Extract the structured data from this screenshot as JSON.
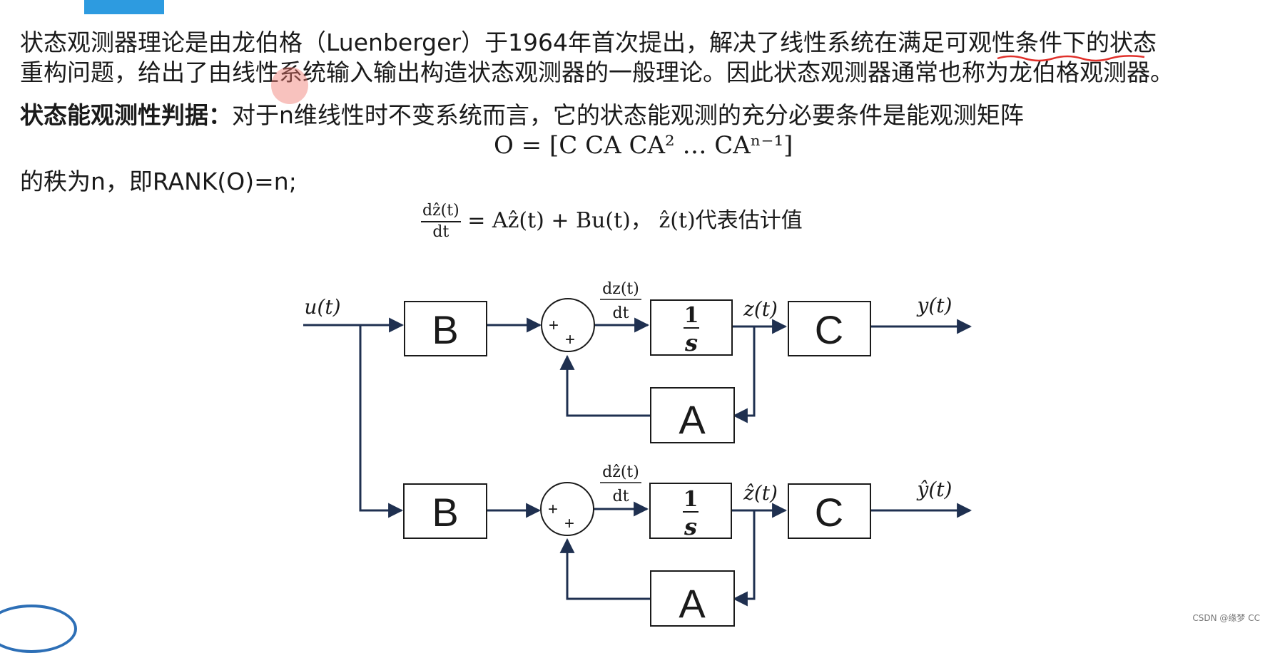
{
  "paragraphs": {
    "p1": "状态观测器理论是由龙伯格（Luenberger）于1964年首次提出，解决了线性系统在满足可观性条件下的状态",
    "p2": "重构问题，给出了由线性系统输入输出构造状态观测器的一般理论。因此状态观测器通常也称为龙伯格观测器。",
    "p3_bold": "状态能观测性判据：",
    "p3_rest": "对于n维线性时不变系统而言，它的状态能观测的充分必要条件是能观测矩阵",
    "p4": "的秩为n，即RANK(O)=n;"
  },
  "equations": {
    "observability_matrix": "O = [C  CA  CA² … CAⁿ⁻¹]",
    "estimator_derivative_num": "dẑ(t)",
    "estimator_derivative_den": "dt",
    "estimator_rhs": "= Aẑ(t) + Bu(t)，",
    "estimator_note": "ẑ(t)代表估计值"
  },
  "diagram": {
    "top": {
      "input_label": "u(t)",
      "b_label": "B",
      "deriv_num": "dz(t)",
      "deriv_den": "dt",
      "integrator_num": "1",
      "integrator_den": "s",
      "state_label": "z(t)",
      "c_label": "C",
      "output_label": "y(t)",
      "a_label": "A"
    },
    "bottom": {
      "b_label": "B",
      "deriv_num": "dẑ(t)",
      "deriv_den": "dt",
      "integrator_num": "1",
      "integrator_den": "s",
      "state_label": "ẑ(t)",
      "c_label": "C",
      "output_label": "ŷ(t)",
      "a_label": "A"
    },
    "sum_plus": "+"
  },
  "watermark": "CSDN @缘梦 CC",
  "colors": {
    "arrow": "#1f3050",
    "accent_blue": "#2d9be0",
    "underline_red": "#e0302a"
  }
}
